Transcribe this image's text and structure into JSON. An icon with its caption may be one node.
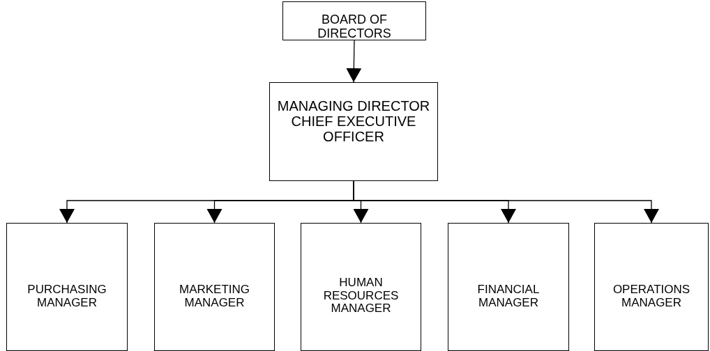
{
  "diagram": {
    "nodes": [
      {
        "text": [
          "BOARD OF DIRECTORS"
        ]
      },
      {
        "text": [
          "MANAGING DIRECTOR",
          "CHIEF EXECUTIVE OFFICER"
        ]
      },
      {
        "text": [
          "PURCHASING MANAGER"
        ]
      },
      {
        "text": [
          "MARKETING MANAGER"
        ]
      },
      {
        "text": [
          "HUMAN RESOURCES MANAGER"
        ]
      },
      {
        "text": [
          "FINANCIAL MANAGER"
        ]
      },
      {
        "text": [
          "OPERATIONS MANAGER"
        ]
      }
    ],
    "edges": [
      {
        "from": 0,
        "to": 1,
        "arrow": "to"
      },
      {
        "from": 1,
        "to": 2,
        "arrow": "to"
      },
      {
        "from": 1,
        "to": 3,
        "arrow": "to"
      },
      {
        "from": 1,
        "to": 4,
        "arrow": "to"
      },
      {
        "from": 1,
        "to": 5,
        "arrow": "to"
      },
      {
        "from": 1,
        "to": 6,
        "arrow": "to"
      }
    ]
  }
}
